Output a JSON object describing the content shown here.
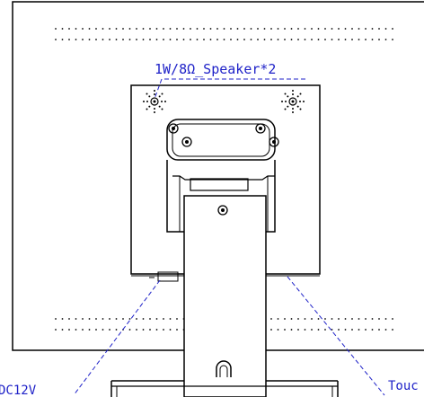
{
  "labels": {
    "speaker": "1W/8Ω_Speaker*2",
    "power": "DC12V",
    "touch": "Touc"
  },
  "colors": {
    "line": "#000000",
    "annotation": "#1f22c8",
    "background": "#ffffff"
  },
  "icons": {
    "speaker_left": "speaker-grille-icon",
    "speaker_right": "speaker-grille-icon"
  }
}
